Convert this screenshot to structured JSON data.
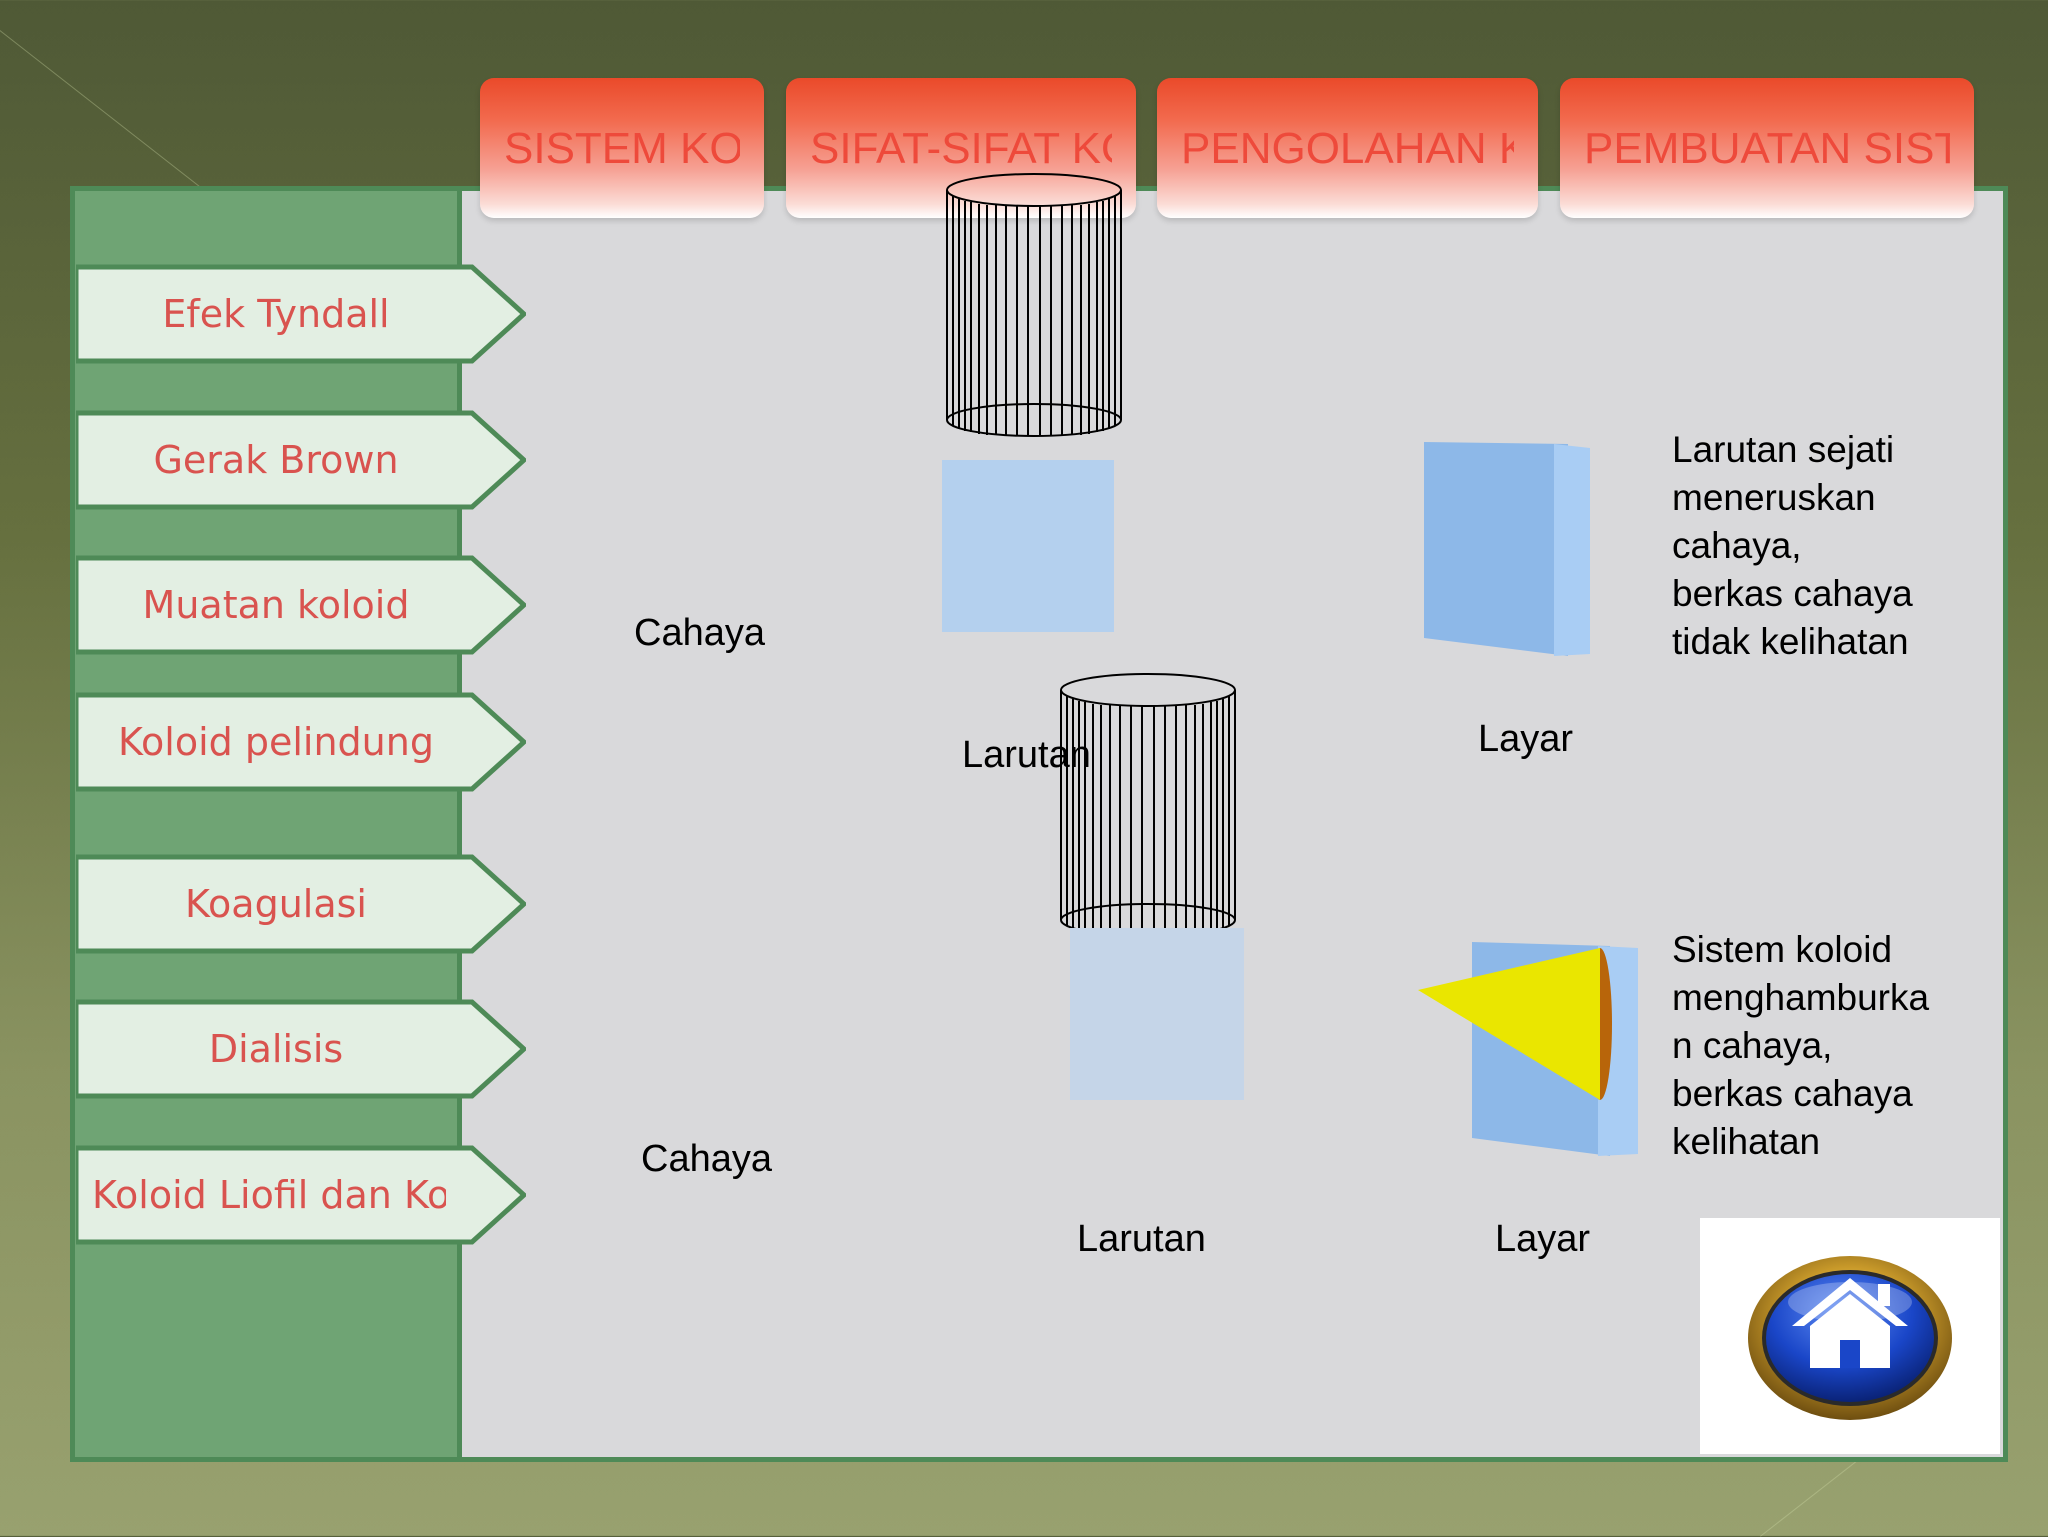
{
  "tabs": [
    {
      "label": "SISTEM KOLOID"
    },
    {
      "label": "SIFAT-SIFAT KOLOID"
    },
    {
      "label": "PENGOLAHAN KOLOID"
    },
    {
      "label": "PEMBUATAN SISTEM KOLOID"
    }
  ],
  "sidebar": {
    "items": [
      {
        "label": "Efek Tyndall"
      },
      {
        "label": "Gerak Brown"
      },
      {
        "label": "Muatan koloid"
      },
      {
        "label": "Koloid pelindung"
      },
      {
        "label": "Koagulasi"
      },
      {
        "label": "Dialisis"
      },
      {
        "label": "Koloid Liofil dan Koloid Liofob"
      }
    ]
  },
  "diagram": {
    "top": {
      "light_label": "Cahaya",
      "solution_label": "Larutan",
      "screen_label": "Layar",
      "description": "Larutan sejati\nmeneruskan\ncahaya,\nberkas cahaya\ntidak kelihatan"
    },
    "bottom": {
      "light_label": "Cahaya",
      "solution_label": "Larutan",
      "screen_label": "Layar",
      "description": "Sistem koloid\nmenghamburka\nn cahaya,\nberkas cahaya\nkelihatan"
    }
  },
  "colors": {
    "tab_text": "#ee4a3b",
    "nav_text": "#d9534f",
    "sidebar_green": "#6fa474",
    "light_beam": "#f0ec00"
  },
  "icons": {
    "home": "home-icon"
  }
}
